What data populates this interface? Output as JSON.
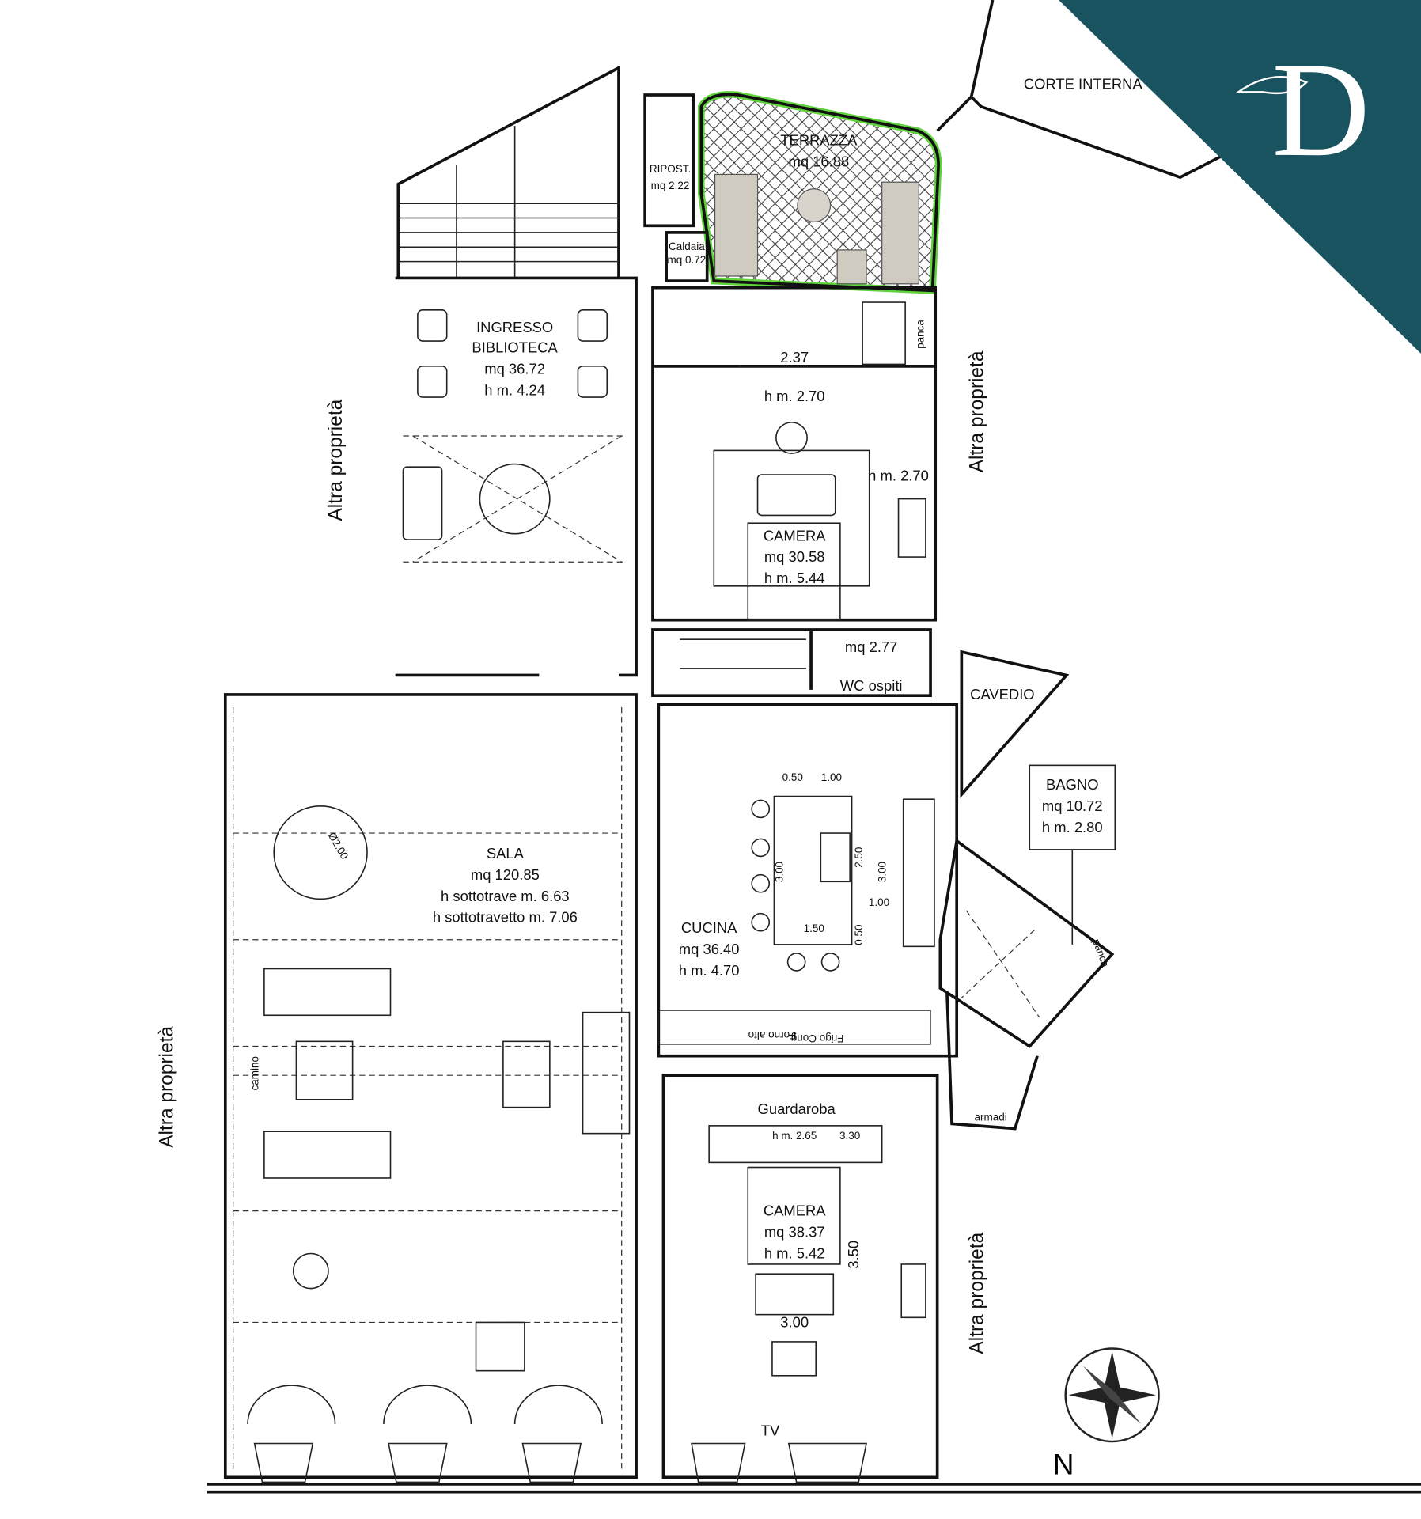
{
  "colors": {
    "brand_teal": "#1a5360",
    "terrace_green": "#5fd23c",
    "wall": "#111111"
  },
  "logo": {
    "letter": "D",
    "icon": "horse-monogram-logo"
  },
  "outside": {
    "corte": "CORTE INTERNA",
    "cavedio": "CAVEDIO",
    "altra": "Altra proprietà",
    "north": "N"
  },
  "rooms": {
    "terrazza": {
      "name": "TERRAZZA",
      "area": "mq 16.88"
    },
    "ripost": {
      "name": "RIPOST.",
      "area": "mq 2.22"
    },
    "caldaia": {
      "name": "Caldaia",
      "area": "mq 0.72"
    },
    "ingresso": {
      "name1": "INGRESSO",
      "name2": "BIBLIOTECA",
      "area": "mq 36.72",
      "height": "h m. 4.24"
    },
    "camera1": {
      "name": "CAMERA",
      "area": "mq 30.58",
      "height": "h m. 5.44",
      "h2": "h m. 2.70",
      "h3": "h m. 2.70",
      "dim": "2.37",
      "panca": "panca"
    },
    "wc": {
      "name": "WC ospiti",
      "area": "mq 2.77"
    },
    "sala": {
      "name": "SALA",
      "area": "mq 120.85",
      "h1": "h sottotrave m. 6.63",
      "h2": "h sottotravetto m. 7.06",
      "table": "Ø2.00",
      "camino": "camino"
    },
    "cucina": {
      "name": "CUCINA",
      "area": "mq 36.40",
      "height": "h m. 4.70",
      "dims": [
        "0.50",
        "1.00",
        "3.00",
        "2.50",
        "3.00",
        "1.00",
        "1.50",
        "0.50"
      ],
      "forno": "Forno alto",
      "frigo": "Frigo Cong."
    },
    "bagno": {
      "name": "BAGNO",
      "area": "mq 10.72",
      "height": "h m. 2.80",
      "panca": "panca",
      "armadi": "armadi"
    },
    "camera2": {
      "name": "CAMERA",
      "area": "mq 38.37",
      "height": "h m. 5.42",
      "guardaroba": "Guardaroba",
      "gh": "h m. 2.65",
      "gd": "3.30",
      "dim_v": "3.50",
      "dim_h": "3.00",
      "tv": "TV"
    }
  }
}
